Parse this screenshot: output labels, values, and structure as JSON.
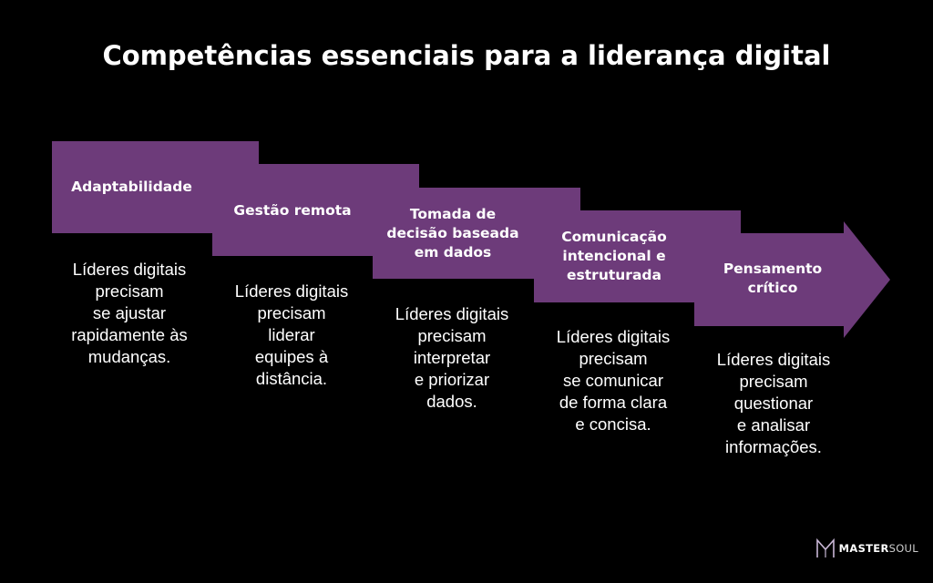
{
  "title": "Competências essenciais para a liderança digital",
  "steps": [
    {
      "label": [
        "Adaptabilidade"
      ],
      "desc": [
        "Líderes digitais",
        "precisam",
        "se ajustar",
        "rapidamente às",
        "mudanças."
      ]
    },
    {
      "label": [
        "Gestão remota"
      ],
      "desc": [
        "Líderes digitais",
        "precisam",
        "liderar",
        "equipes à",
        "distância."
      ]
    },
    {
      "label": [
        "Tomada de",
        "decisão baseada",
        "em dados"
      ],
      "desc": [
        "Líderes digitais",
        "precisam",
        "interpretar",
        "e priorizar",
        "dados."
      ]
    },
    {
      "label": [
        "Comunicação",
        "intencional e",
        "estruturada"
      ],
      "desc": [
        "Líderes digitais",
        "precisam",
        "se comunicar",
        "de forma clara",
        "e concisa."
      ]
    },
    {
      "label": [
        "Pensamento",
        "crítico"
      ],
      "desc": [
        "Líderes digitais",
        "precisam",
        "questionar",
        "e analisar",
        "informações."
      ]
    }
  ],
  "logo": {
    "part1": "MASTER",
    "part2": "SOUL"
  },
  "colors": {
    "purple": "#6d3b7a",
    "background": "#000000"
  }
}
